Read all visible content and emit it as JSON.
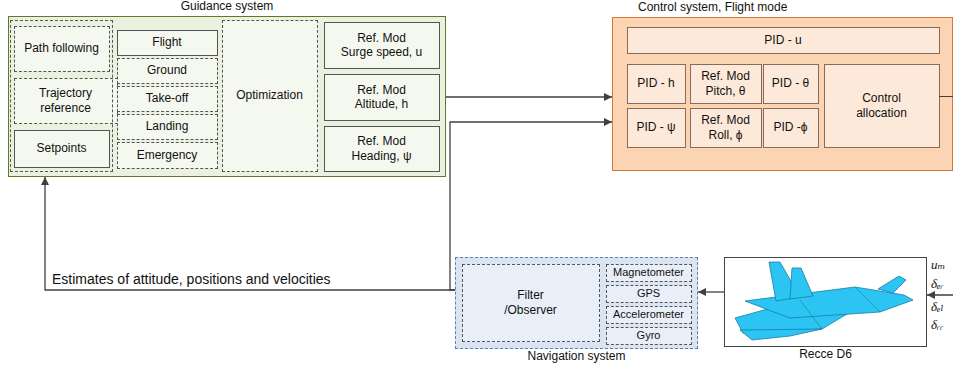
{
  "diagram": {
    "nodes": [
      {
        "text": [
          "Guidance system"
        ]
      },
      {
        "text": [
          "Path following"
        ],
        "in": 0
      },
      {
        "text": [
          "Trajectory reference"
        ],
        "in": 0
      },
      {
        "text": [
          "Setpoints"
        ],
        "in": 0
      },
      {
        "text": [
          "Flight"
        ],
        "in": 0
      },
      {
        "text": [
          "Ground"
        ],
        "in": 0
      },
      {
        "text": [
          "Take-off"
        ],
        "in": 0
      },
      {
        "text": [
          "Landing"
        ],
        "in": 0
      },
      {
        "text": [
          "Emergency"
        ],
        "in": 0
      },
      {
        "text": [
          "Optimization"
        ],
        "in": 0
      },
      {
        "text": [
          "Ref. Mod Surge speed, u"
        ],
        "in": 0
      },
      {
        "text": [
          "Ref. Mod Altitude, h"
        ],
        "in": 0
      },
      {
        "text": [
          "Ref. Mod Heading, ψ"
        ],
        "in": 0
      },
      {
        "text": [
          "Control system, Flight mode"
        ]
      },
      {
        "text": [
          "PID - u"
        ],
        "in": 13
      },
      {
        "text": [
          "PID - h"
        ],
        "in": 13
      },
      {
        "text": [
          "Ref. Mod Pitch, θ"
        ],
        "in": 13
      },
      {
        "text": [
          "PID - θ"
        ],
        "in": 13
      },
      {
        "text": [
          "PID - ψ"
        ],
        "in": 13
      },
      {
        "text": [
          "Ref. Mod Roll, ϕ"
        ],
        "in": 13
      },
      {
        "text": [
          "PID -ϕ"
        ],
        "in": 13
      },
      {
        "text": [
          "Control allocation"
        ],
        "in": 13
      },
      {
        "text": [
          "Navigation system"
        ]
      },
      {
        "text": [
          "Filter /Observer"
        ],
        "in": 22
      },
      {
        "text": [
          "Magnetometer"
        ],
        "in": 22
      },
      {
        "text": [
          "GPS"
        ],
        "in": 22
      },
      {
        "text": [
          "Accelerometer"
        ],
        "in": 22
      },
      {
        "text": [
          "Gyro"
        ],
        "in": 22
      },
      {
        "text": [
          "Recce D6"
        ]
      }
    ],
    "edges": [
      {
        "from": 0,
        "to": 13,
        "arrow": "to"
      },
      {
        "from": 22,
        "to": 0,
        "label": "Estimates of attitude, positions and velocities",
        "arrow": "to"
      },
      {
        "from": 22,
        "to": 13,
        "arrow": "to"
      },
      {
        "from": 28,
        "to": 22,
        "arrow": "to"
      },
      {
        "from": 13,
        "to": 28,
        "arrow": "to"
      }
    ],
    "labels": [
      "uₘ",
      "δₑᵣ",
      "δₑₗ",
      "δᵣᵣ"
    ]
  }
}
